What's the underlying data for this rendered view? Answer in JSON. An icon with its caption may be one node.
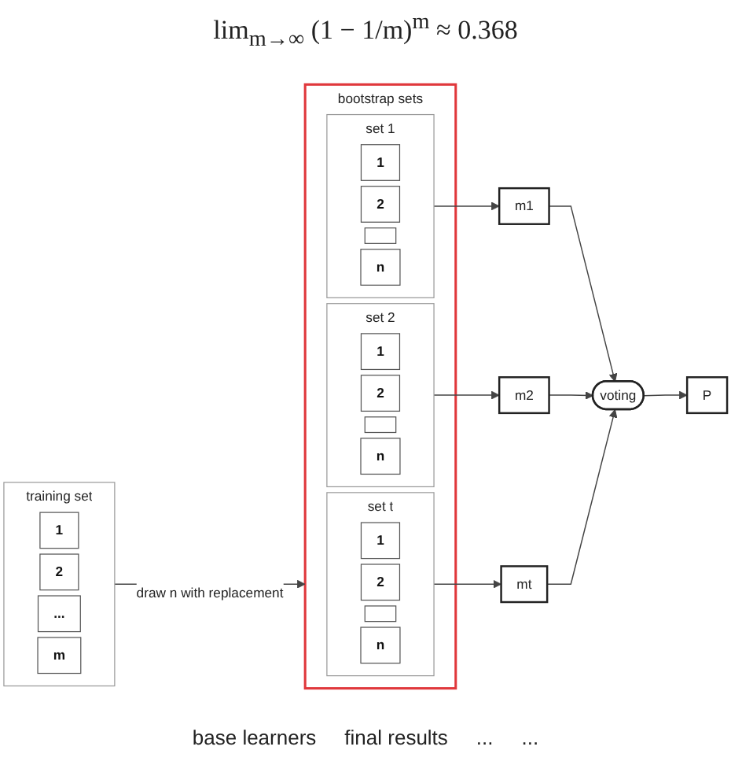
{
  "diagram": {
    "title": "lim$_{m→∞}$ (1 − 1/m)$^{m}$ ≈ 0.368",
    "nodes": [
      {
        "text": [
          "training set"
        ]
      },
      {
        "text": [
          "1"
        ],
        "in": 0
      },
      {
        "text": [
          "2"
        ],
        "in": 0
      },
      {
        "text": [
          "..."
        ],
        "in": 0
      },
      {
        "text": [
          "m"
        ],
        "in": 0
      },
      {
        "text": [
          "bootstrap sets"
        ]
      },
      {
        "text": [
          "set 1"
        ],
        "in": 5
      },
      {
        "text": [
          "1"
        ],
        "in": 6
      },
      {
        "text": [
          "2"
        ],
        "in": 6
      },
      {
        "text": [],
        "shape": "box",
        "in": 6
      },
      {
        "text": [
          "n"
        ],
        "in": 6
      },
      {
        "text": [
          "set 2"
        ],
        "in": 5
      },
      {
        "text": [
          "1"
        ],
        "in": 11
      },
      {
        "text": [
          "2"
        ],
        "in": 11
      },
      {
        "text": [],
        "shape": "box",
        "in": 11
      },
      {
        "text": [
          "n"
        ],
        "in": 11
      },
      {
        "text": [
          "set t"
        ],
        "in": 5
      },
      {
        "text": [
          "1"
        ],
        "in": 16
      },
      {
        "text": [
          "2"
        ],
        "in": 16
      },
      {
        "text": [],
        "shape": "box",
        "in": 16
      },
      {
        "text": [
          "n"
        ],
        "in": 16
      },
      {
        "text": [
          "m1"
        ]
      },
      {
        "text": [
          "m2"
        ]
      },
      {
        "text": [
          "mt"
        ]
      },
      {
        "text": [
          "voting"
        ]
      },
      {
        "text": [
          "P"
        ]
      }
    ],
    "edges": [
      {
        "from": 0,
        "to": 5,
        "arrow": "to",
        "label": "draw n with replacement"
      },
      {
        "from": 6,
        "to": 21,
        "arrow": "to"
      },
      {
        "from": 11,
        "to": 22,
        "arrow": "to"
      },
      {
        "from": 16,
        "to": 23,
        "arrow": "to"
      },
      {
        "from": 21,
        "to": 24,
        "arrow": "to"
      },
      {
        "from": 22,
        "to": 24,
        "arrow": "to"
      },
      {
        "from": 23,
        "to": 24,
        "arrow": "to"
      },
      {
        "from": 24,
        "to": 25,
        "arrow": "to"
      }
    ],
    "labels": [
      "base learners",
      "final results",
      "...",
      "..."
    ]
  }
}
